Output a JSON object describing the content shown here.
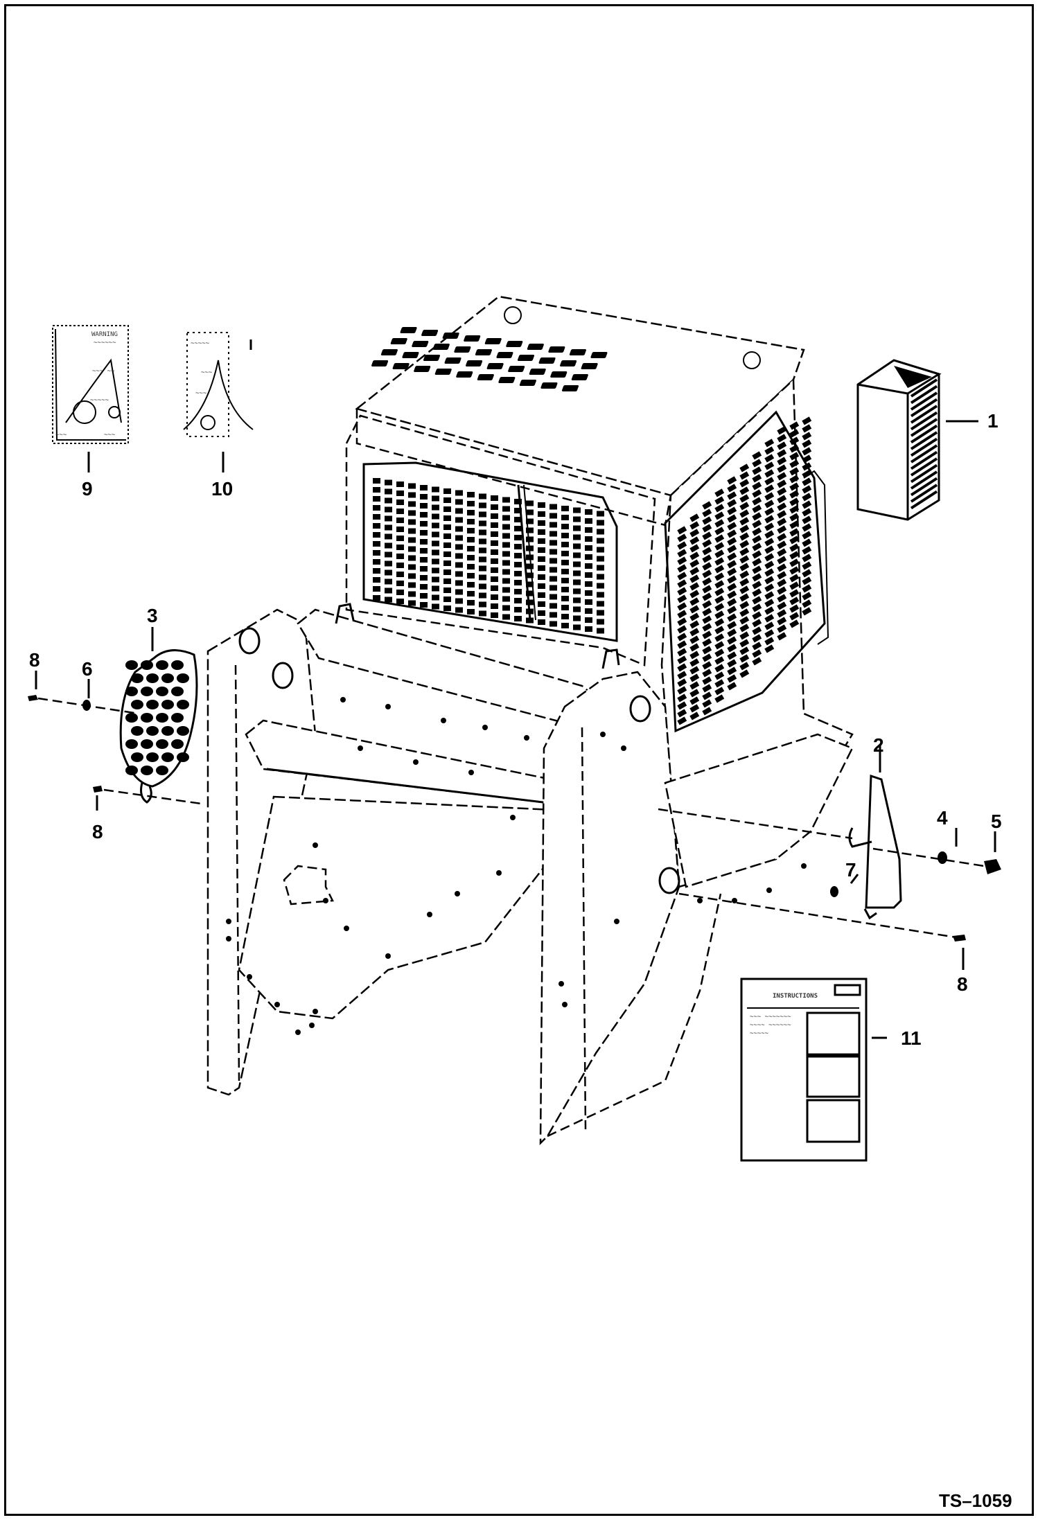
{
  "drawing_ref": "TS–1059",
  "callouts": {
    "c1": "1",
    "c2": "2",
    "c3": "3",
    "c4": "4",
    "c5": "5",
    "c6": "6",
    "c7": "7",
    "c8a": "8",
    "c8b": "8",
    "c8c": "8",
    "c9": "9",
    "c10": "10",
    "c11": "11"
  },
  "instruction_sheet_heading": "INSTRUCTIONS"
}
